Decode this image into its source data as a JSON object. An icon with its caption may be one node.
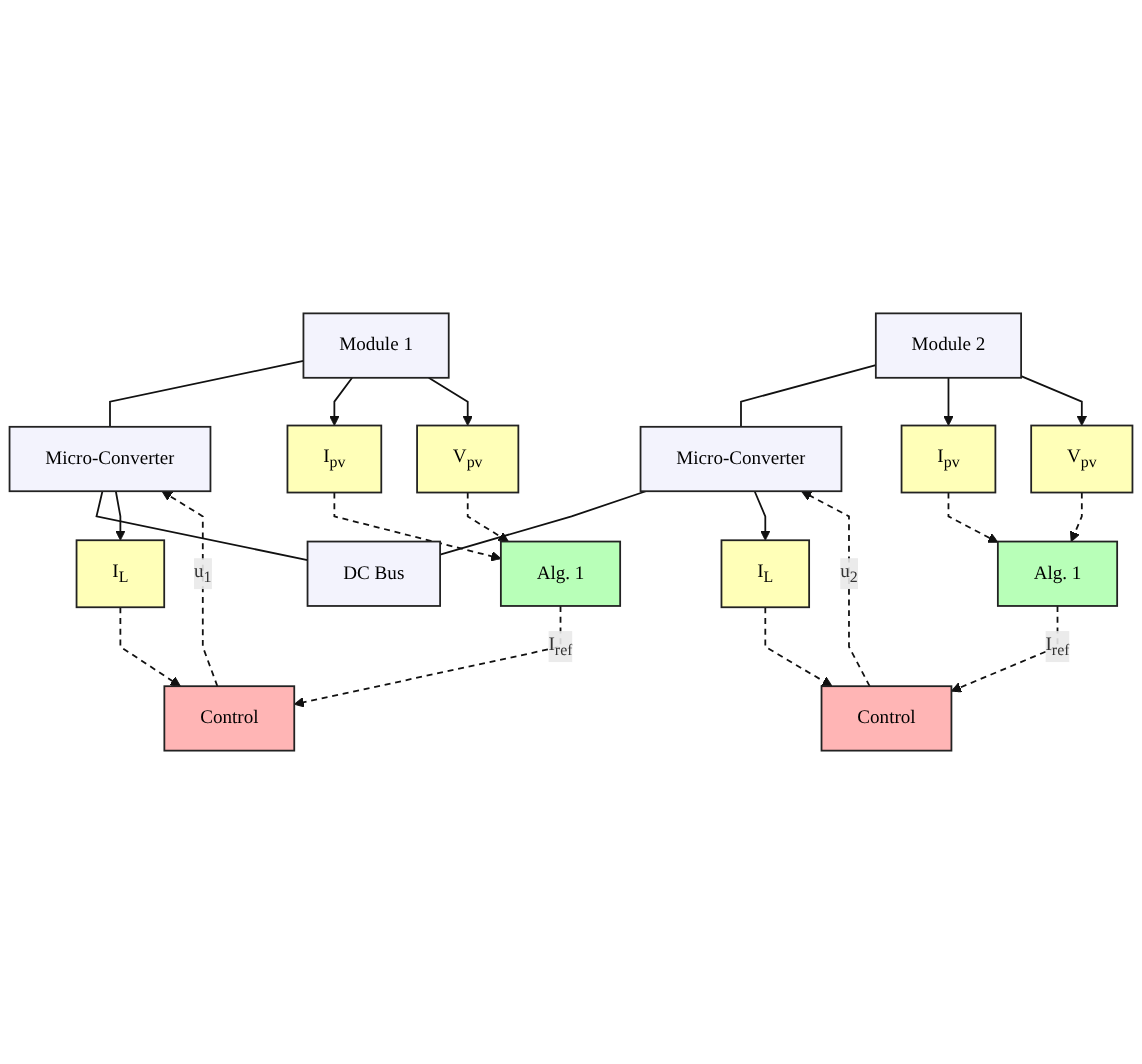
{
  "diagram": {
    "nodes": [
      {
        "text": [
          "Module 1"
        ]
      },
      {
        "text": [
          "Micro-Converter"
        ]
      },
      {
        "text": [
          "I$_{pv}$"
        ]
      },
      {
        "text": [
          "V$_{pv}$"
        ]
      },
      {
        "text": [
          "I$_{L}$"
        ]
      },
      {
        "text": [
          "DC Bus"
        ]
      },
      {
        "text": [
          "Alg. 1"
        ]
      },
      {
        "text": [
          "Control"
        ]
      },
      {
        "text": [
          "Module 2"
        ]
      },
      {
        "text": [
          "Micro-Converter"
        ]
      },
      {
        "text": [
          "I$_{pv}$"
        ]
      },
      {
        "text": [
          "V$_{pv}$"
        ]
      },
      {
        "text": [
          "I$_{L}$"
        ]
      },
      {
        "text": [
          "Alg. 1"
        ]
      },
      {
        "text": [
          "Control"
        ]
      }
    ],
    "edges": [
      {
        "from": 0,
        "to": 1,
        "arrow": "none"
      },
      {
        "from": 1,
        "to": 5,
        "arrow": "none"
      },
      {
        "from": 0,
        "to": 2,
        "arrow": "to"
      },
      {
        "from": 0,
        "to": 3,
        "arrow": "to"
      },
      {
        "from": 1,
        "to": 4,
        "arrow": "to"
      },
      {
        "from": 2,
        "to": 6,
        "arrow": "to",
        "style": "dashed"
      },
      {
        "from": 3,
        "to": 6,
        "arrow": "to",
        "style": "dashed"
      },
      {
        "from": 4,
        "to": 7,
        "arrow": "to",
        "style": "dashed"
      },
      {
        "from": 7,
        "to": 1,
        "arrow": "to",
        "style": "dashed",
        "label": "u$_{1}$"
      },
      {
        "from": 6,
        "to": 7,
        "arrow": "to",
        "style": "dashed",
        "label": "I$_{ref}$"
      },
      {
        "from": 8,
        "to": 9,
        "arrow": "none"
      },
      {
        "from": 9,
        "to": 5,
        "arrow": "none"
      },
      {
        "from": 8,
        "to": 10,
        "arrow": "to"
      },
      {
        "from": 8,
        "to": 11,
        "arrow": "to"
      },
      {
        "from": 9,
        "to": 12,
        "arrow": "to"
      },
      {
        "from": 10,
        "to": 13,
        "arrow": "to",
        "style": "dashed"
      },
      {
        "from": 11,
        "to": 13,
        "arrow": "to",
        "style": "dashed"
      },
      {
        "from": 12,
        "to": 14,
        "arrow": "to",
        "style": "dashed"
      },
      {
        "from": 14,
        "to": 9,
        "arrow": "to",
        "style": "dashed",
        "label": "u$_{2}$"
      },
      {
        "from": 13,
        "to": 14,
        "arrow": "to",
        "style": "dashed",
        "label": "I$_{ref}$"
      }
    ]
  }
}
